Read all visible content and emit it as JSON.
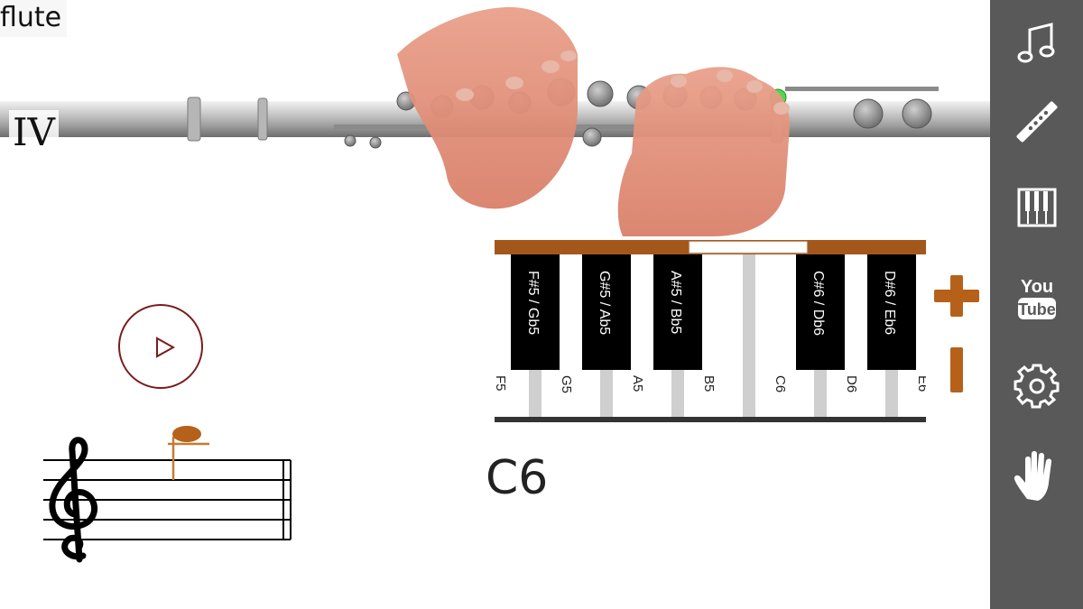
{
  "app": {
    "title": "flute",
    "register": "IV"
  },
  "current_note": "C6",
  "keyboard": {
    "white_keys": [
      "F5",
      "G5",
      "A5",
      "B5",
      "C6",
      "D6",
      "E6"
    ],
    "black_keys": [
      "F#5 / Gb5",
      "G#5 / Ab5",
      "A#5 / Bb5",
      "C#6 / Db6",
      "D#6 / Eb6"
    ],
    "selected_key": "C6"
  },
  "sidebar": {
    "items": [
      {
        "icon": "music-note-icon"
      },
      {
        "icon": "flute-icon"
      },
      {
        "icon": "piano-icon"
      },
      {
        "icon": "youtube-icon",
        "label_top": "You",
        "label_bottom": "Tube"
      },
      {
        "icon": "gear-icon"
      },
      {
        "icon": "hand-icon"
      }
    ]
  },
  "colors": {
    "accent": "#b5611a",
    "keyboard_frame": "#a4571b",
    "sidebar_bg": "#595959",
    "play_ring": "#7a1c1c",
    "active_key": "#4cd94c"
  }
}
